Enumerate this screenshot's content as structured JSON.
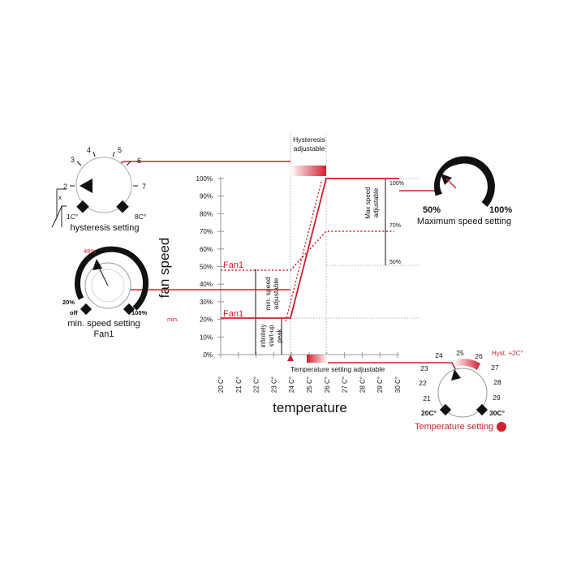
{
  "colors": {
    "red": "#d0202e",
    "black": "#111111",
    "grid": "#9a9a9a",
    "pink": "#f2b6bd"
  },
  "icons": {
    "hysteresis_symbol": "hysteresis-loop-icon",
    "indicator": "red-dot-icon"
  },
  "chart": {
    "y_title": "fan speed",
    "x_title": "temperature",
    "y_ticks": [
      "100%",
      "90%",
      "80%",
      "70%",
      "60%",
      "50%",
      "40%",
      "30%",
      "20%",
      "10%",
      "0%"
    ],
    "x_ticks": [
      "20 C°",
      "21 C°",
      "22 C°",
      "23 C°",
      "24 C°",
      "25 C°",
      "26 C°",
      "27 C°",
      "28 C°",
      "29 C°",
      "30 C°"
    ],
    "fan1_upper_label": "Fan1",
    "fan1_lower_label": "Fan1",
    "min_label": "min.",
    "hysteresis_label_1": "Hysteresis",
    "hysteresis_label_2": "adjustable",
    "min_speed_note_1": "min. speed",
    "min_speed_note_2": "adjustable",
    "startup_note_1": "infinitely",
    "startup_note_2": "start-up",
    "startup_note_3": "peak",
    "max_speed_note_1": "Max speed",
    "max_speed_note_2": "adjustable",
    "pct_100": "100%",
    "pct_70": "70%",
    "pct_50": "50%",
    "temp_setting_label": "Temperature setting adjustable"
  },
  "hysteresis_knob": {
    "scale": [
      "2",
      "3",
      "4",
      "5",
      "6",
      "7"
    ],
    "min": "1C°",
    "max": "8C°",
    "label": "hysteresis setting",
    "x_label": "x"
  },
  "min_speed_knob": {
    "value": "48%",
    "off": "off",
    "min": "20%",
    "max": "100%",
    "label_1": "min. speed setting",
    "label_2": "Fan1"
  },
  "max_speed_knob": {
    "min": "50%",
    "max": "100%",
    "label": "Maximum speed setting"
  },
  "temp_knob": {
    "scale": [
      "21",
      "22",
      "23",
      "24",
      "25",
      "26",
      "27",
      "28",
      "29"
    ],
    "min": "20C°",
    "max": "30C°",
    "hyst": "Hyst. +2C°",
    "label": "Temperature setting"
  }
}
